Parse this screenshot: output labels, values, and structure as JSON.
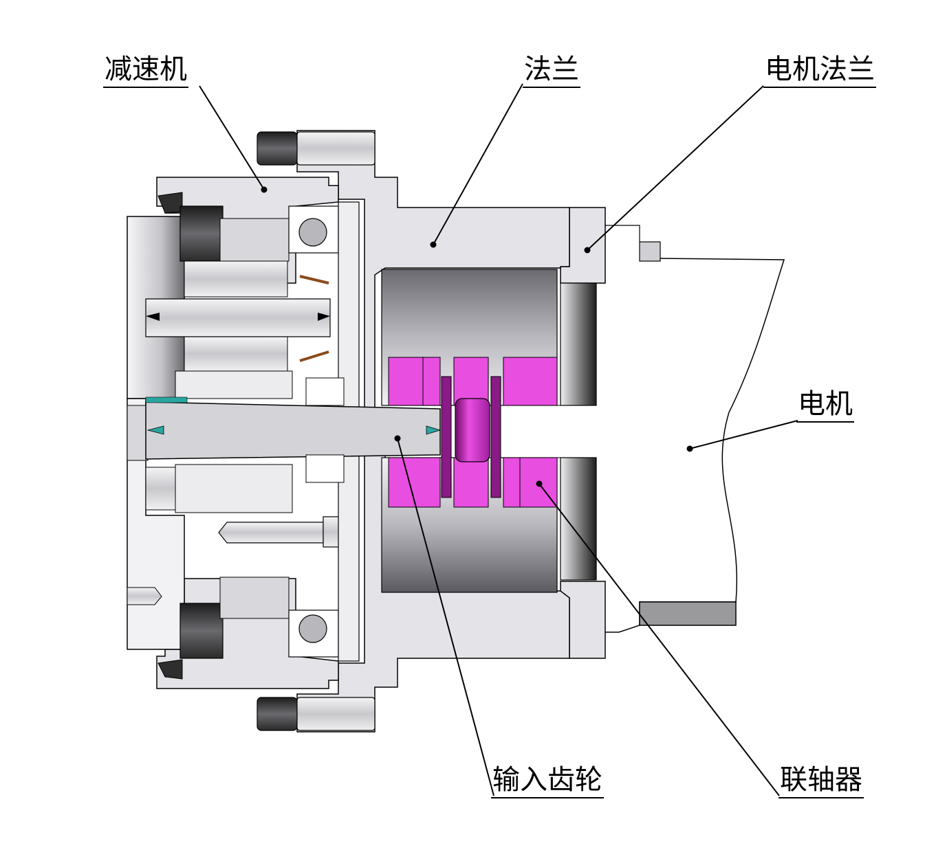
{
  "labels": {
    "reducer": "减速机",
    "flange": "法兰",
    "motor_flange": "电机法兰",
    "motor": "电机",
    "input_gear": "输入齿轮",
    "coupling": "联轴器"
  },
  "colors": {
    "coupling": "#e84ee0",
    "housing": "#e4e4e8",
    "steel_dark": "#3a3a3a",
    "line": "#000000",
    "seal": "#2aa6a0"
  }
}
